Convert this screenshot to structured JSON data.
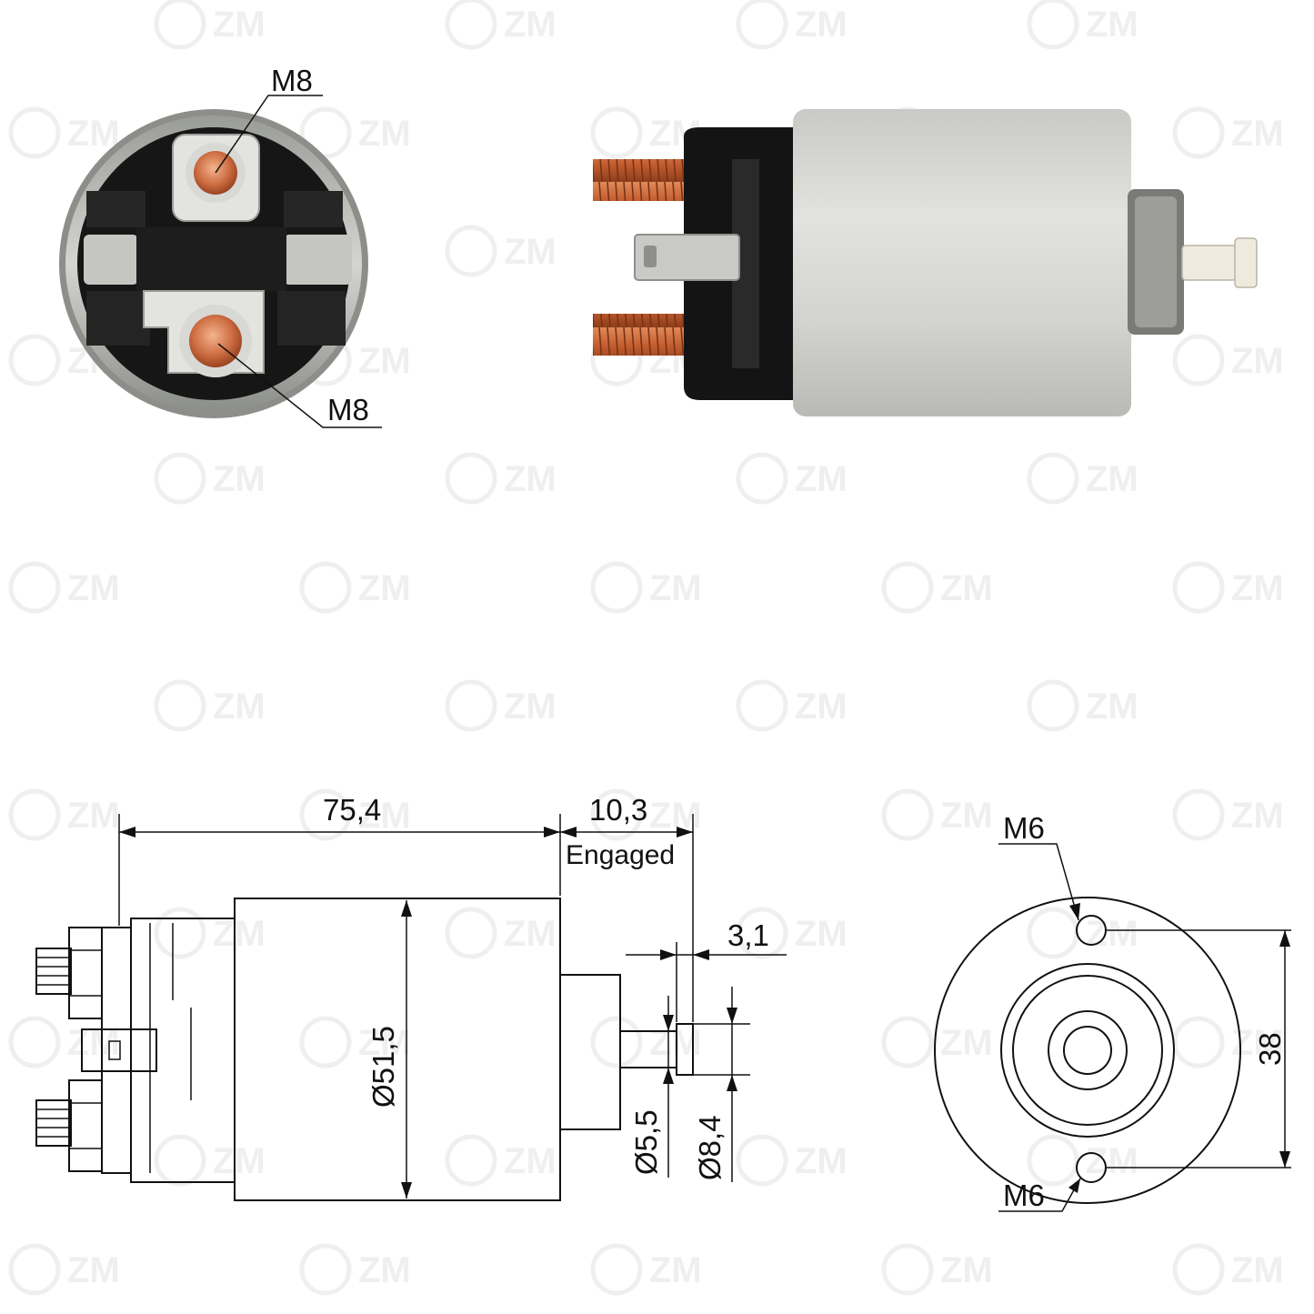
{
  "watermark": {
    "brand": "ZM",
    "emblem": "zm-logo-icon"
  },
  "photo_end": {
    "label_top": "M8",
    "label_bottom": "M8"
  },
  "drawing_side": {
    "length": "75,4",
    "stroke": "10,3",
    "stroke_note": "Engaged",
    "plunger_tip": "3,1",
    "body_diameter": "Ø51,5",
    "shaft_diameter": "Ø5,5",
    "tip_diameter": "Ø8,4"
  },
  "drawing_end": {
    "hole_top": "M6",
    "hole_bottom": "M6",
    "hole_spacing": "38"
  },
  "colors": {
    "copper": "#c8643a",
    "housing": "#d3d4cf",
    "cap": "#1a1a1a",
    "plunger": "#efeade"
  }
}
